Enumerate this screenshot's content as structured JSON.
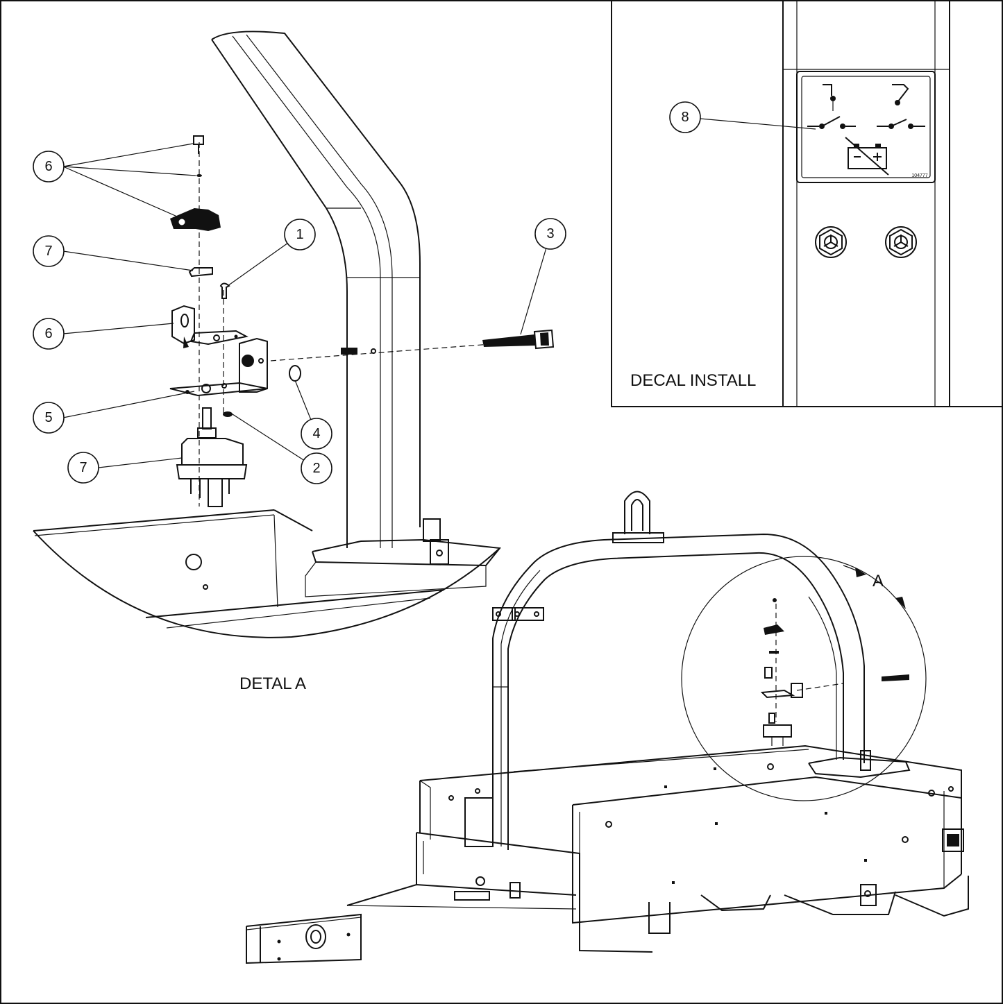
{
  "inset": {
    "caption": "DECAL INSTALL",
    "decal_code": "104777"
  },
  "detail": {
    "caption": "DETAL A"
  },
  "view_marker": {
    "label": "A"
  },
  "callouts": [
    "1",
    "2",
    "3",
    "4",
    "5",
    "6",
    "6",
    "7",
    "7",
    "8"
  ],
  "icons": [
    "switch-closed-icon",
    "switch-open-icon",
    "battery-disconnect-icon",
    "hex-bolt-icon"
  ]
}
